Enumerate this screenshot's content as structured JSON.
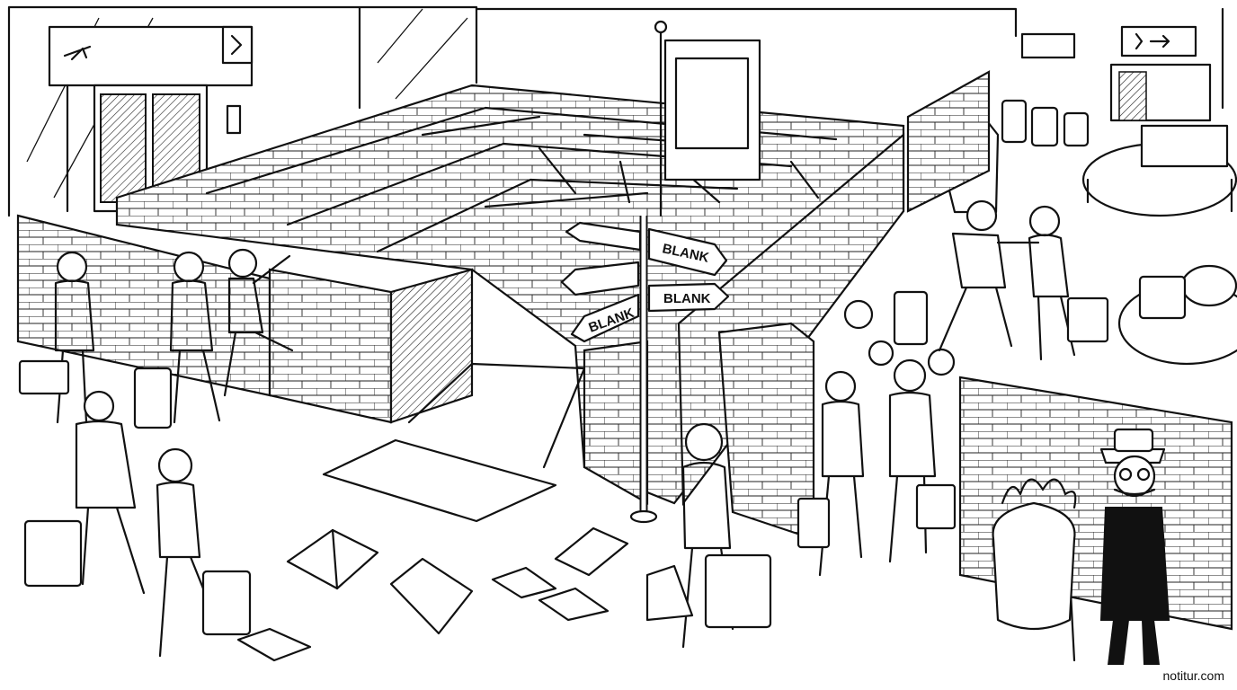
{
  "illustration": {
    "signpost": {
      "sign_1": "BLANK",
      "sign_2": "BLANK",
      "sign_3": "BLANK"
    },
    "credit": "notitur.com"
  }
}
